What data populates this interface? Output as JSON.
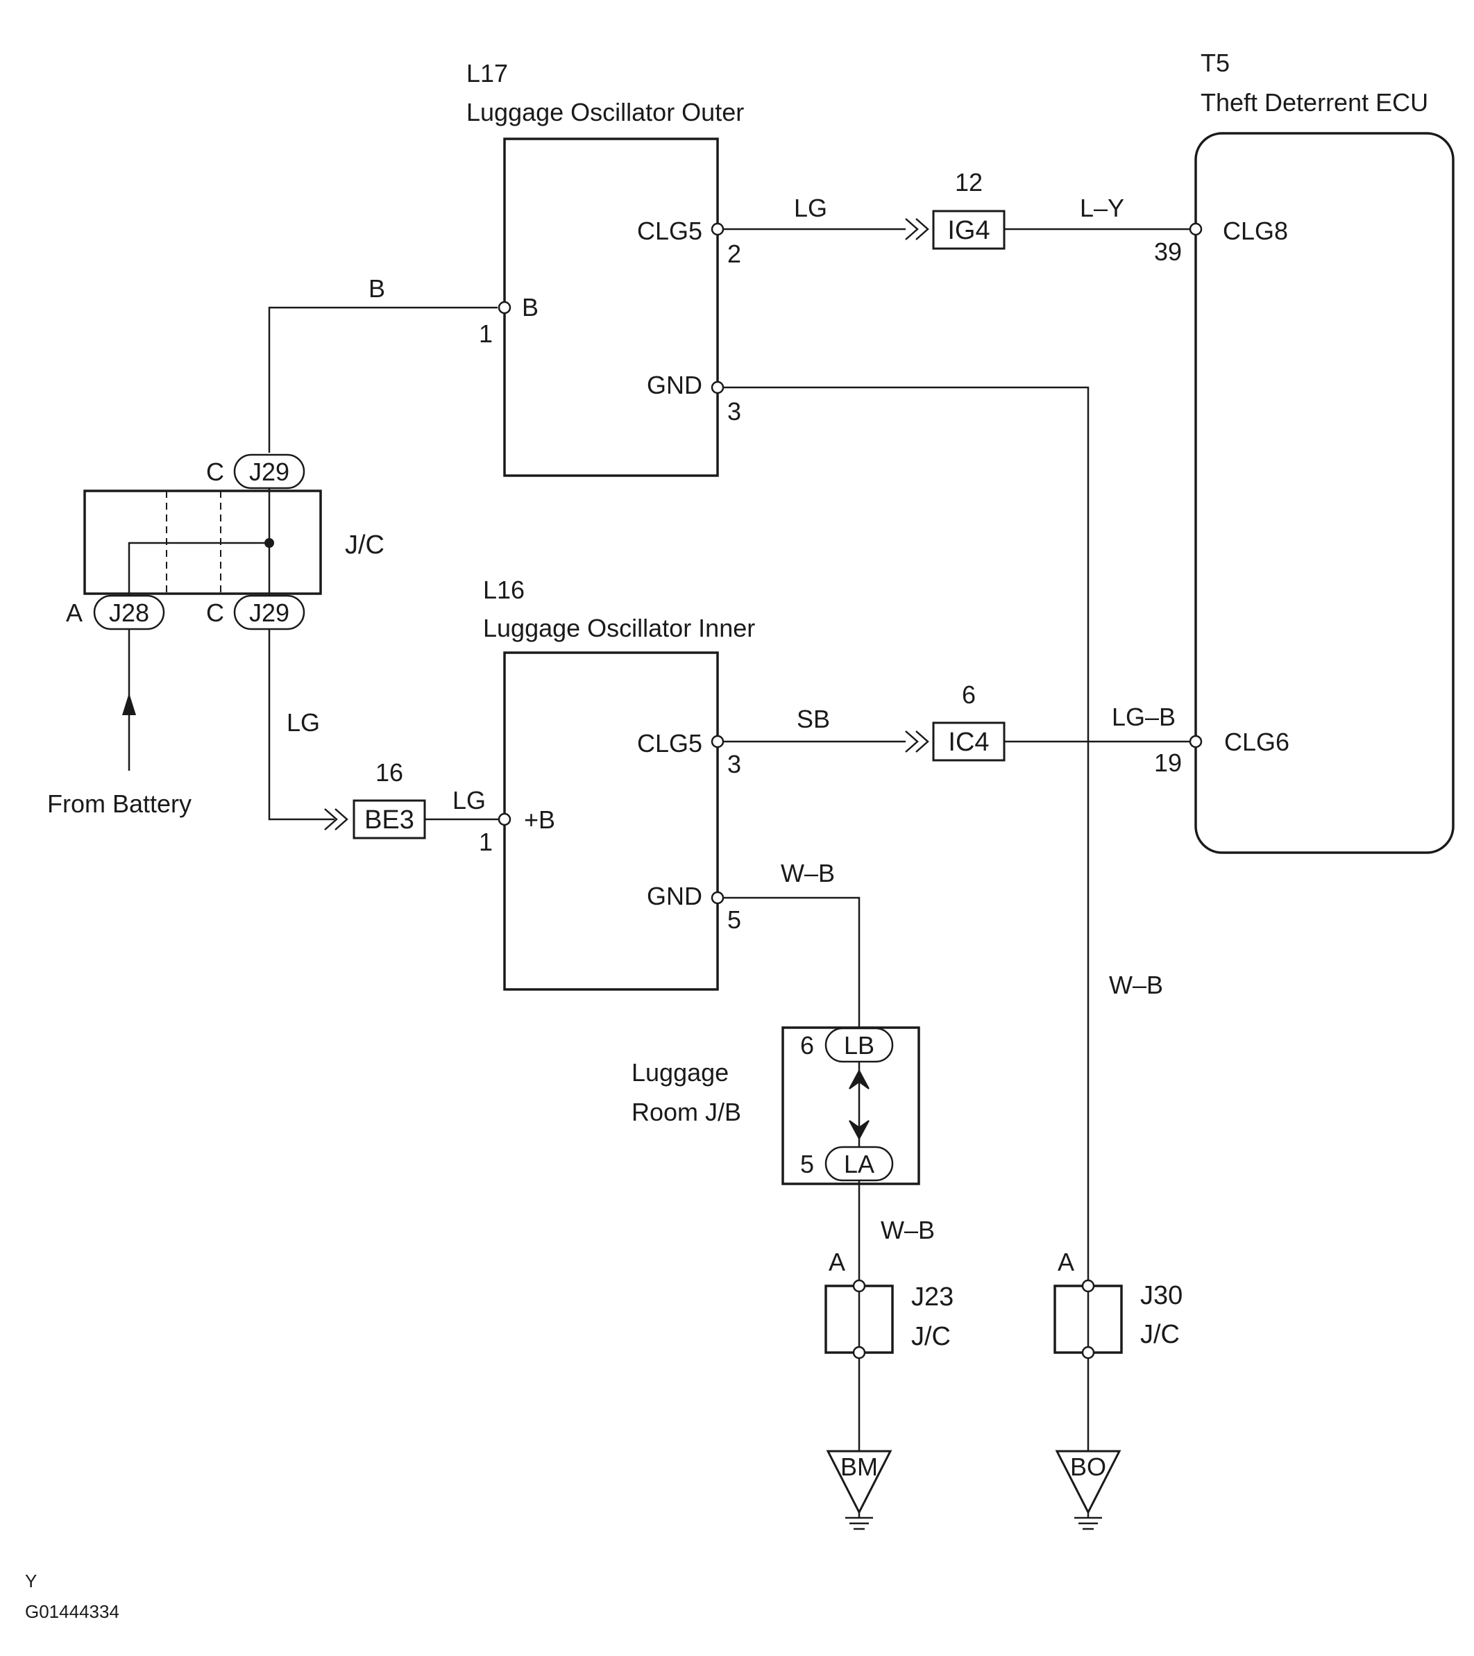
{
  "components": {
    "l17": {
      "id": "L17",
      "name": "Luggage Oscillator Outer",
      "pins": {
        "clg5": "CLG5",
        "clg5_no": "2",
        "b": "B",
        "b_no": "1",
        "gnd": "GND",
        "gnd_no": "3"
      }
    },
    "l16": {
      "id": "L16",
      "name": "Luggage Oscillator Inner",
      "pins": {
        "clg5": "CLG5",
        "clg5_no": "3",
        "b": "+B",
        "b_no": "1",
        "gnd": "GND",
        "gnd_no": "5"
      }
    },
    "t5": {
      "id": "T5",
      "name": "Theft Deterrent ECU",
      "pins": {
        "clg8": "CLG8",
        "clg8_no": "39",
        "clg6": "CLG6",
        "clg6_no": "19"
      }
    },
    "jc_main": {
      "label": "J/C",
      "j29_top_letter": "C",
      "j29_top": "J29",
      "j28_letter": "A",
      "j28": "J28",
      "j29_bot_letter": "C",
      "j29_bot": "J29"
    },
    "lrjb": {
      "line1": "Luggage",
      "line2": "Room J/B",
      "top_no": "6",
      "top": "LB",
      "bot_no": "5",
      "bot": "LA"
    },
    "j23": {
      "id": "J23",
      "type": "J/C",
      "pin": "A"
    },
    "j30": {
      "id": "J30",
      "type": "J/C",
      "pin": "A"
    },
    "ground_bm": "BM",
    "ground_bo": "BO"
  },
  "connectors": {
    "ig4": {
      "id": "IG4",
      "no": "12"
    },
    "ic4": {
      "id": "IC4",
      "no": "6"
    },
    "be3": {
      "id": "BE3",
      "no": "16"
    }
  },
  "wires": {
    "b": "B",
    "lg_l17": "LG",
    "ly": "L–Y",
    "lg_jc": "LG",
    "lg_be3": "LG",
    "sb": "SB",
    "lgb": "LG–B",
    "wb_l16": "W–B",
    "wb_gnd": "W–B",
    "wb_lrjb": "W–B"
  },
  "from_battery": "From Battery",
  "footer": {
    "code1": "Y",
    "code2": "G01444334"
  }
}
